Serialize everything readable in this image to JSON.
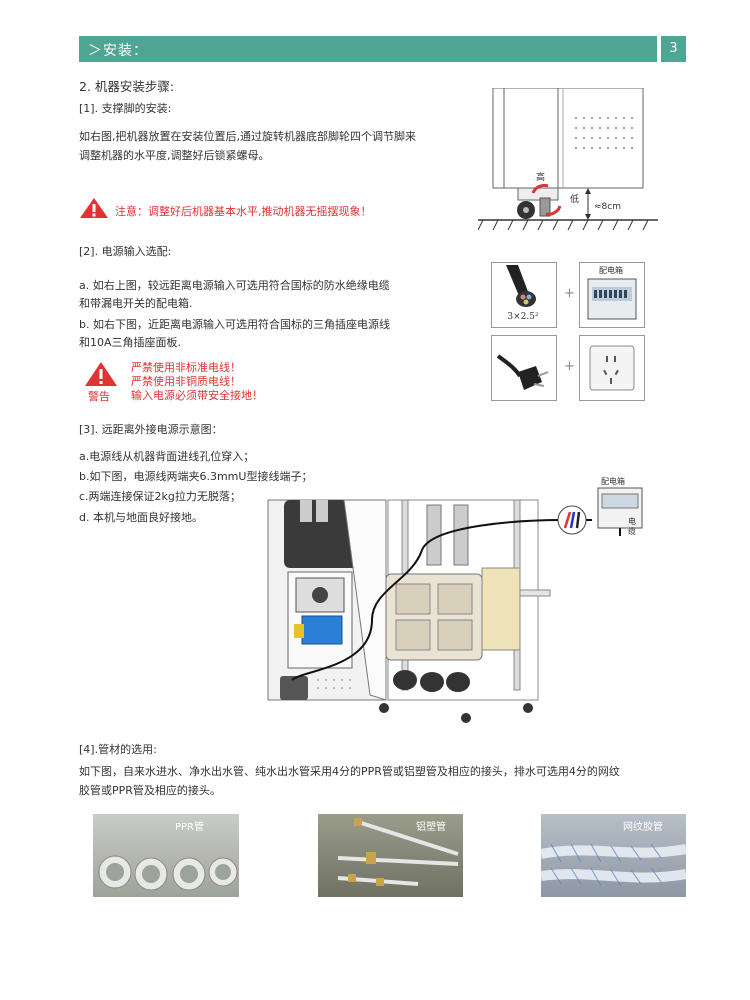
{
  "header": {
    "title": "＞安装：",
    "page_number": "3"
  },
  "step_title": "2. 机器安装步骤:",
  "sec1": {
    "title": "[1]. 支撑脚的安装:",
    "lines": [
      "如右图,把机器放置在安装位置后,通过旋转机器底部脚轮四个调节脚来",
      "调整机器的水平度,调整好后锁紧螺母。"
    ],
    "warning": "注意：调整好后机器基本水平,推动机器无摇摆现象！",
    "fig": {
      "high": "高",
      "low": "低",
      "height": "≈8cm"
    }
  },
  "sec2": {
    "title": "[2]. 电源输入选配:",
    "lines": [
      "a. 如右上图，较远距离电源输入可选用符合国标的防水绝缘电缆",
      "和带漏电开关的配电箱.",
      "b. 如右下图，近距离电源输入可选用符合国标的三角插座电源线",
      "和10A三角插座面板."
    ],
    "warnings": [
      "严禁使用非标准电线！",
      "严禁使用非铜质电线！",
      "输入电源必须带安全接地！"
    ],
    "warn_label": "警告",
    "cable_spec": "3×2.5²",
    "box_label": "配电箱",
    "plus": "+"
  },
  "sec3": {
    "title": "[3]. 远距离外接电源示意图：",
    "lines": [
      "a.电源线从机器背面进线孔位穿入；",
      "b.如下图，电源线两端夹6.3mmU型接线端子；",
      "c.两端连接保证2kg拉力无脱落；",
      "d. 本机与地面良好接地。"
    ],
    "box_label": "配电箱",
    "cable_label": "电缆"
  },
  "sec4": {
    "title": "[4].管材的选用:",
    "lines": [
      "如下图，自来水进水、净水出水管、纯水出水管采用4分的PPR管或铝塑管及相应的接头，排水可选用4分的网纹",
      "胶管或PPR管及相应的接头。"
    ],
    "pipes": [
      "PPR管",
      "铝塑管",
      "网纹胶管"
    ]
  },
  "colors": {
    "accent": "#4fa593",
    "warning": "#e03333"
  }
}
